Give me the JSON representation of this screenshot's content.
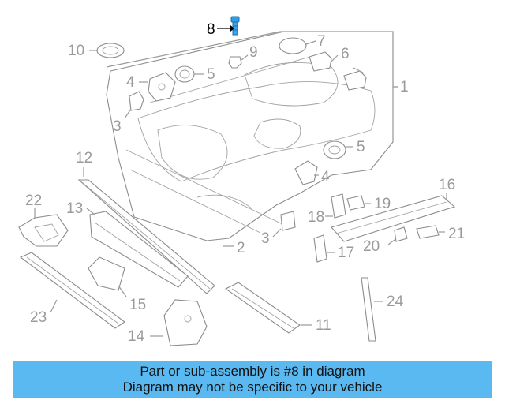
{
  "diagram": {
    "highlighted_part": "8",
    "callouts": {
      "c1": "1",
      "c2": "2",
      "c3a": "3",
      "c3b": "3",
      "c4a": "4",
      "c4b": "4",
      "c5a": "5",
      "c5b": "5",
      "c6": "6",
      "c7": "7",
      "c8": "8",
      "c9": "9",
      "c10": "10",
      "c11": "11",
      "c12": "12",
      "c13": "13",
      "c14": "14",
      "c15": "15",
      "c16": "16",
      "c17": "17",
      "c18": "18",
      "c19": "19",
      "c20": "20",
      "c21": "21",
      "c22": "22",
      "c23": "23",
      "c24": "24"
    }
  },
  "banner": {
    "line1": "Part or sub-assembly is #8 in diagram",
    "line2": "Diagram may not be specific to your vehicle"
  },
  "colors": {
    "banner_bg": "#5ab9f1",
    "highlight_part": "#2f9ee8",
    "line_art": "#8c8c8c"
  }
}
